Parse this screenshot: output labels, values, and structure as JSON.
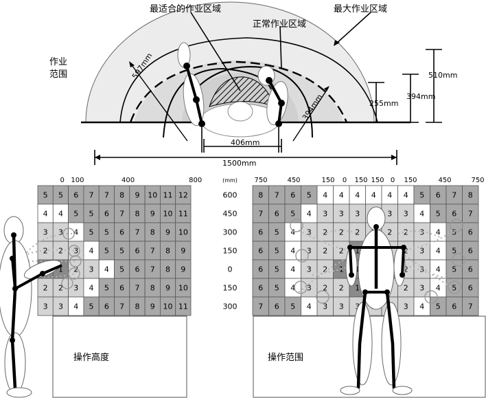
{
  "top": {
    "label_best": "最适合的作业区域",
    "label_normal": "正常作业区域",
    "label_max": "最大作业区域",
    "range_label": [
      "作业",
      "范围"
    ],
    "dims": {
      "d597": "597mm",
      "d394a": "394mm",
      "d255": "255mm",
      "d394b": "394mm",
      "d510": "510mm",
      "d406": "406mm",
      "d1500": "1500mm"
    }
  },
  "left_grid": {
    "title": "操作高度",
    "unit": "(mm)",
    "top_ticks": [
      "0",
      "100",
      "400",
      "800"
    ],
    "right_labels": [
      "600",
      "450",
      "300",
      "150",
      "0",
      "150",
      "300"
    ],
    "rows": [
      [
        "5",
        "5",
        "6",
        "7",
        "7",
        "8",
        "9",
        "10",
        "11",
        "12"
      ],
      [
        "4",
        "4",
        "5",
        "5",
        "6",
        "7",
        "8",
        "9",
        "10",
        "11"
      ],
      [
        "3",
        "3",
        "4",
        "5",
        "5",
        "6",
        "7",
        "8",
        "9",
        "10"
      ],
      [
        "2",
        "2",
        "3",
        "4",
        "5",
        "5",
        "6",
        "7",
        "8",
        "9"
      ],
      [
        "1",
        "1",
        "2",
        "3",
        "4",
        "5",
        "6",
        "7",
        "8",
        "9"
      ],
      [
        "2",
        "2",
        "3",
        "4",
        "5",
        "6",
        "7",
        "8",
        "9",
        "10"
      ],
      [
        "3",
        "3",
        "4",
        "5",
        "6",
        "7",
        "8",
        "9",
        "10",
        "11"
      ]
    ]
  },
  "right_grid": {
    "title": "操作范围",
    "top_ticks": [
      "750",
      "450",
      "150",
      "0",
      "150",
      "150",
      "0",
      "150",
      "450",
      "750"
    ],
    "rows": [
      [
        "8",
        "7",
        "6",
        "5",
        "4",
        "4",
        "4",
        "4",
        "4",
        "4",
        "5",
        "6",
        "7",
        "8"
      ],
      [
        "7",
        "6",
        "5",
        "4",
        "3",
        "3",
        "3",
        "3",
        "3",
        "3",
        "4",
        "5",
        "6",
        "7"
      ],
      [
        "6",
        "5",
        "4",
        "3",
        "2",
        "2",
        "2",
        "2",
        "2",
        "2",
        "3",
        "4",
        "5",
        "6"
      ],
      [
        "6",
        "5",
        "4",
        "3",
        "2",
        "2",
        "1",
        "1",
        "2",
        "2",
        "3",
        "4",
        "5",
        "6"
      ],
      [
        "6",
        "5",
        "4",
        "3",
        "2",
        "1",
        "1",
        "1",
        "1",
        "2",
        "3",
        "4",
        "5",
        "6"
      ],
      [
        "6",
        "5",
        "4",
        "3",
        "2",
        "2",
        "1",
        "1",
        "2",
        "2",
        "3",
        "4",
        "5",
        "6"
      ],
      [
        "7",
        "6",
        "5",
        "4",
        "3",
        "3",
        "3",
        "3",
        "3",
        "3",
        "4",
        "5",
        "6",
        "7"
      ]
    ]
  },
  "colors": {
    "line": "#000000",
    "zone_outer": "#ececec",
    "zone_mid": "#dcdcdc",
    "zone_inner": "#d0d0d0",
    "cell_white": "#ffffff",
    "cell_light": "#d4d4d4",
    "cell_mid": "#a8a8a8",
    "cell_dark": "#8a8a8a",
    "dotted": "#b4b4b4"
  }
}
